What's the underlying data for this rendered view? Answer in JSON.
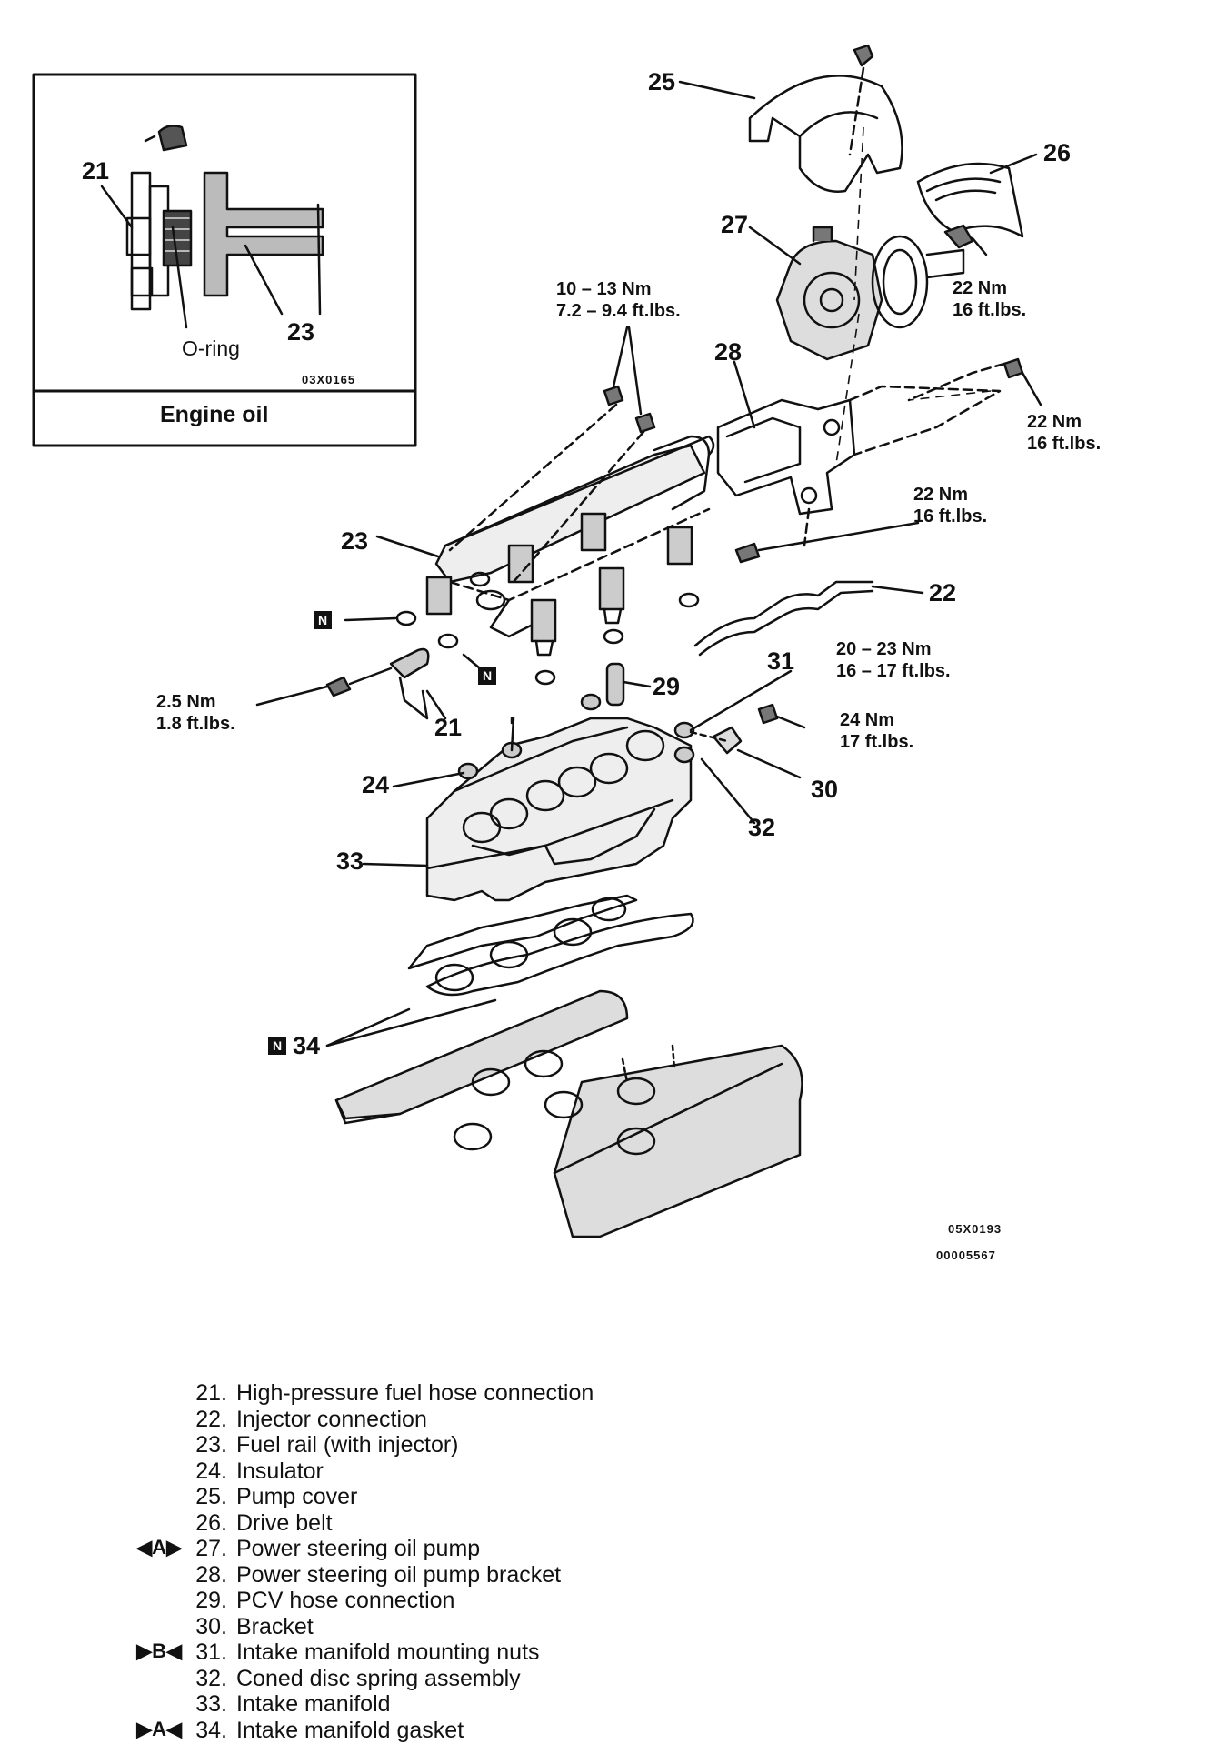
{
  "inset": {
    "caption": "Engine oil",
    "oring_label": "O-ring",
    "code": "03X0165",
    "label_21": "21",
    "label_23": "23"
  },
  "callouts": {
    "c21": "21",
    "c22": "22",
    "c23": "23",
    "c24": "24",
    "c25": "25",
    "c26": "26",
    "c27": "27",
    "c28": "28",
    "c29": "29",
    "c30": "30",
    "c31": "31",
    "c32": "32",
    "c33": "33",
    "c34": "34",
    "new_marker": "N"
  },
  "torques": {
    "rail_bolts": [
      "10 – 13 Nm",
      "7.2 – 9.4 ft.lbs."
    ],
    "pump_bolt_1": [
      "22 Nm",
      "16 ft.lbs."
    ],
    "pump_bolt_2": [
      "22 Nm",
      "16 ft.lbs."
    ],
    "bracket_bolt": [
      "22 Nm",
      "16 ft.lbs."
    ],
    "manifold_nuts": [
      "20 – 23 Nm",
      "16 – 17 ft.lbs."
    ],
    "bracket_30_bolt": [
      "24 Nm",
      "17 ft.lbs."
    ],
    "fuel_hose_bolt": [
      "2.5 Nm",
      "1.8  ft.lbs."
    ]
  },
  "codes": [
    "05X0193",
    "00005567"
  ],
  "legend": [
    {
      "marker": "",
      "num": "21.",
      "text": "High-pressure fuel hose connection"
    },
    {
      "marker": "",
      "num": "22.",
      "text": "Injector connection"
    },
    {
      "marker": "",
      "num": "23.",
      "text": "Fuel rail (with injector)"
    },
    {
      "marker": "",
      "num": "24.",
      "text": "Insulator"
    },
    {
      "marker": "",
      "num": "25.",
      "text": "Pump cover"
    },
    {
      "marker": "",
      "num": "26.",
      "text": "Drive belt"
    },
    {
      "marker": "◀A▶",
      "num": "27.",
      "text": "Power steering oil pump"
    },
    {
      "marker": "",
      "num": "28.",
      "text": "Power steering oil pump bracket"
    },
    {
      "marker": "",
      "num": "29.",
      "text": "PCV hose connection"
    },
    {
      "marker": "",
      "num": "30.",
      "text": "Bracket"
    },
    {
      "marker": "▶B◀",
      "num": "31.",
      "text": "Intake manifold mounting nuts"
    },
    {
      "marker": "",
      "num": "32.",
      "text": "Coned disc spring assembly"
    },
    {
      "marker": "",
      "num": "33.",
      "text": "Intake manifold"
    },
    {
      "marker": "▶A◀",
      "num": "34.",
      "text": "Intake manifold gasket"
    }
  ]
}
